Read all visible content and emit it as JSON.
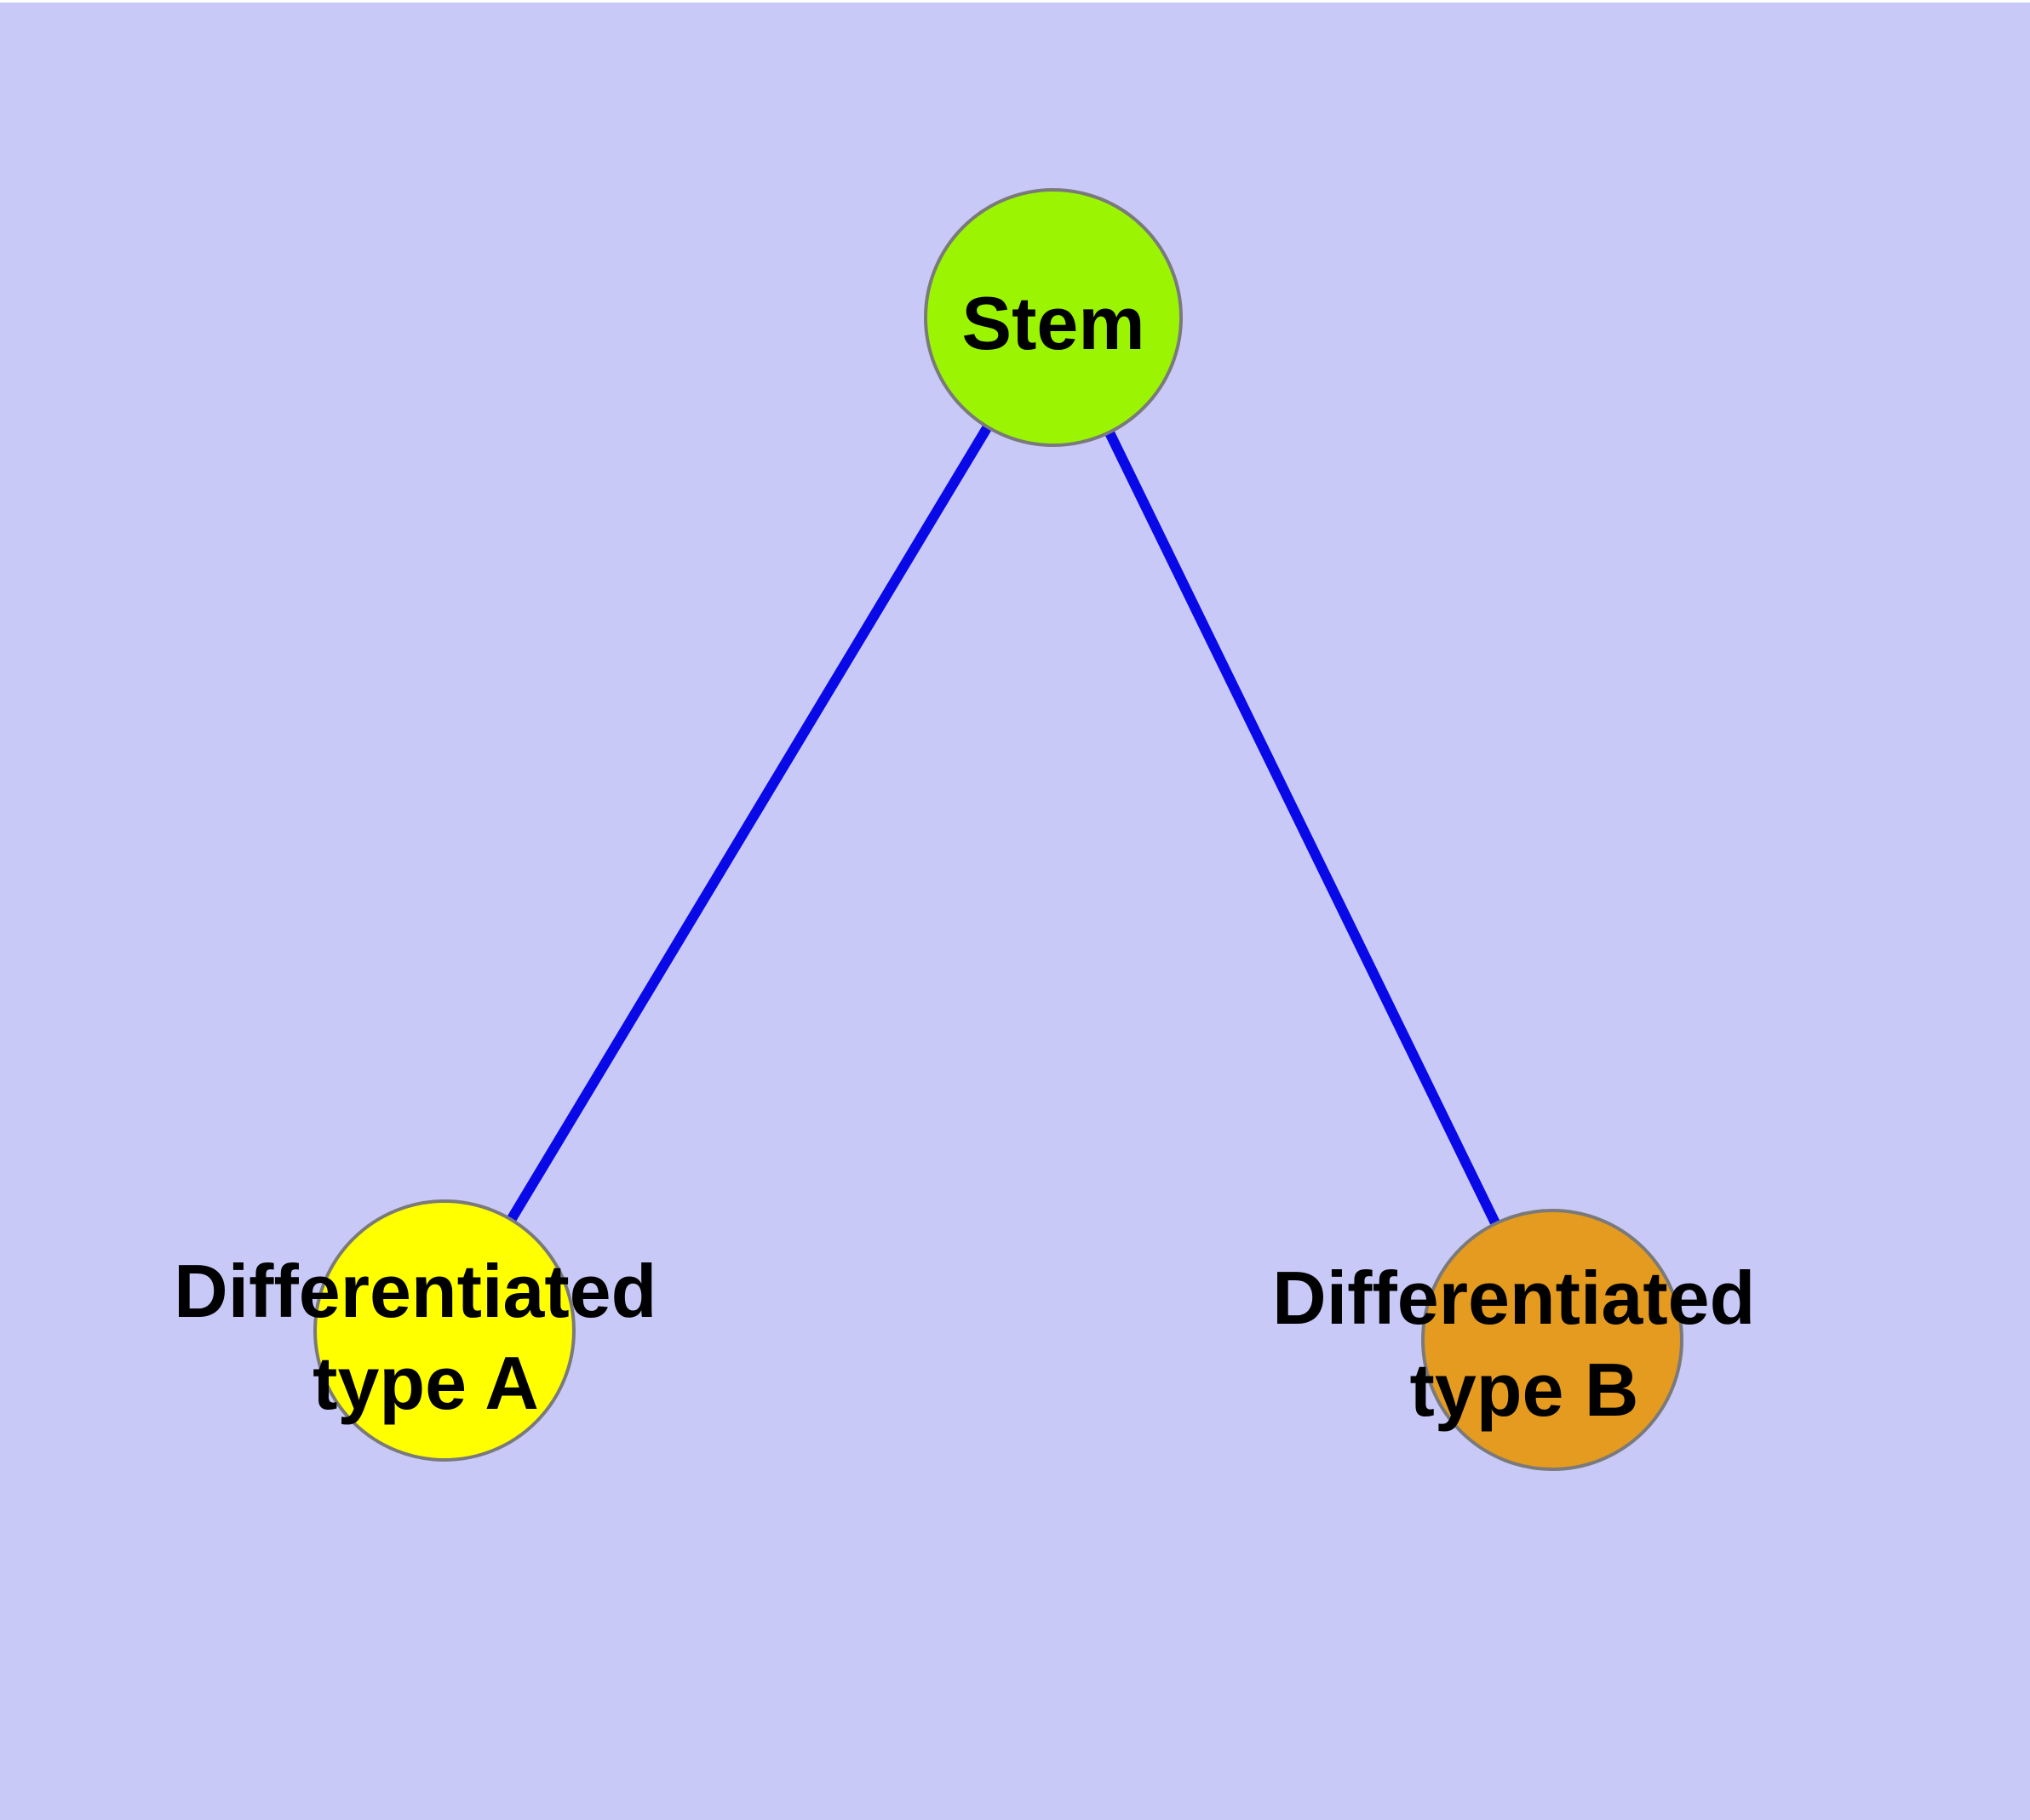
{
  "diagram": {
    "background_color": "#c9c9f8",
    "edge_color": "#0909e8",
    "node_border_color": "#7a7a7a",
    "label_color": "#000000",
    "nodes": {
      "stem": {
        "label": "Stem",
        "color": "#9bf502"
      },
      "type_a": {
        "label_line1": "Differentiated",
        "label_line2": "type A",
        "color": "#ffff00"
      },
      "type_b": {
        "label_line1": "Differentiated",
        "label_line2": "type B",
        "color": "#e49b20"
      }
    },
    "edges": [
      {
        "from": "Stem",
        "to": "Differentiated type A"
      },
      {
        "from": "Stem",
        "to": "Differentiated type B"
      }
    ]
  }
}
